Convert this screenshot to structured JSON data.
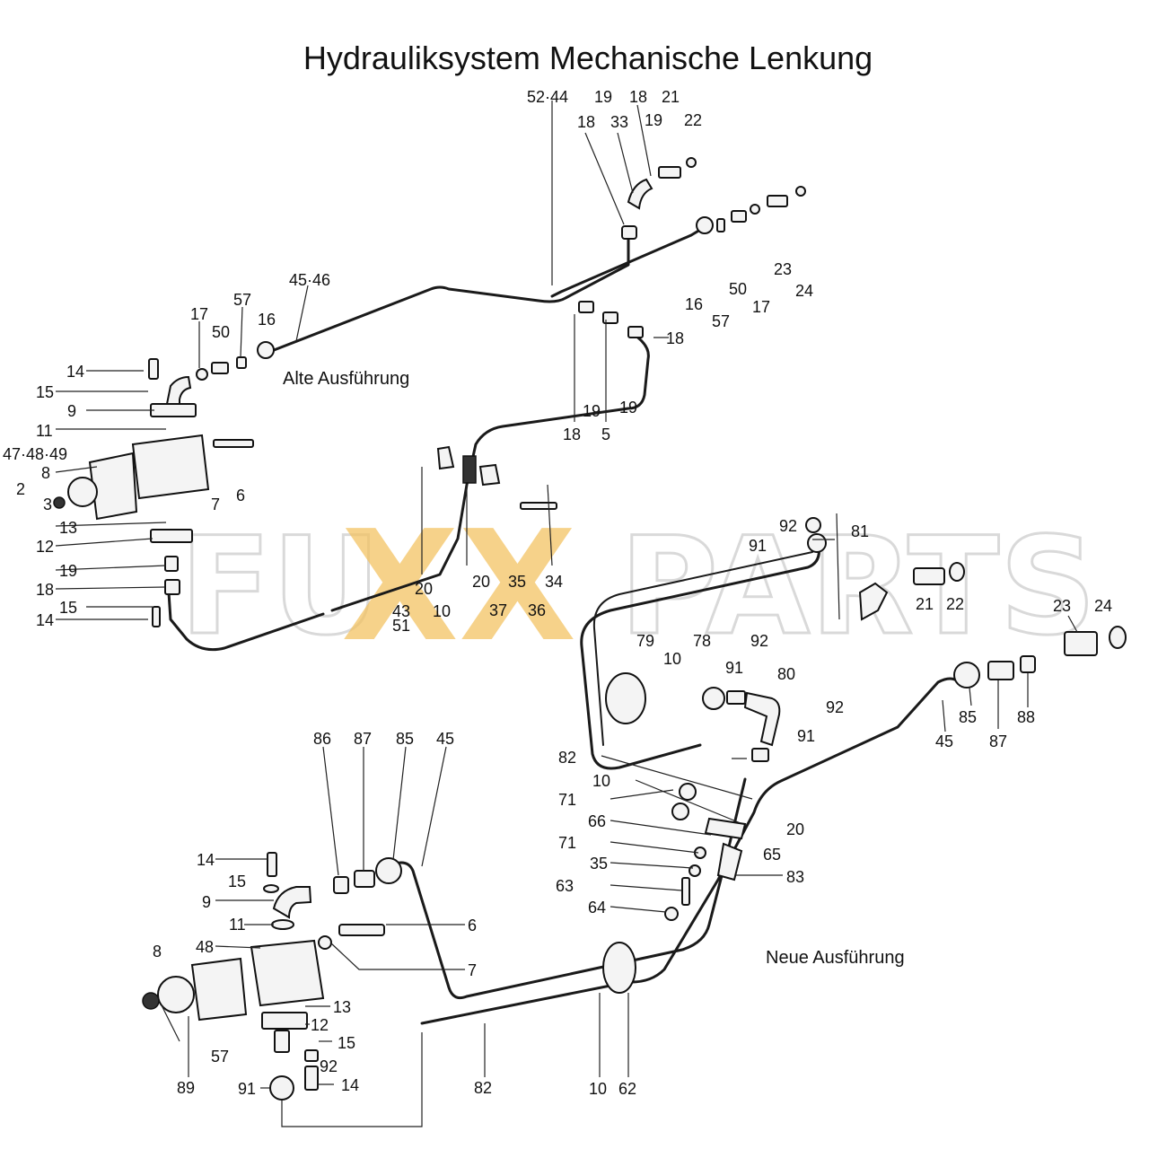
{
  "title": "Hydrauliksystem Mechanische Lenkung",
  "notes": {
    "old": "Alte Ausführung",
    "new": "Neue Ausführung"
  },
  "watermark": {
    "left": "FU",
    "middle": "XX",
    "right": "PARTS"
  },
  "colors": {
    "watermark_x": "#f3c363",
    "watermark_outline": "#d9d9d9",
    "line": "#1a1a1a"
  },
  "labels": [
    "52·44",
    "19",
    "18",
    "21",
    "18",
    "33",
    "19",
    "22",
    "45·46",
    "16",
    "57",
    "50",
    "17",
    "14",
    "15",
    "9",
    "11",
    "47·48·49",
    "8",
    "2",
    "3",
    "13",
    "12",
    "19",
    "18",
    "15",
    "14",
    "7",
    "6",
    "16",
    "57",
    "50",
    "17",
    "23",
    "24",
    "18",
    "19",
    "5",
    "19",
    "18",
    "20",
    "10",
    "43",
    "51",
    "20",
    "37",
    "35",
    "36",
    "34",
    "92",
    "91",
    "81",
    "21",
    "22",
    "23",
    "24",
    "79",
    "10",
    "78",
    "91",
    "92",
    "80",
    "92",
    "91",
    "85",
    "87",
    "88",
    "45",
    "82",
    "10",
    "71",
    "66",
    "71",
    "35",
    "63",
    "64",
    "20",
    "65",
    "83",
    "86",
    "87",
    "85",
    "45",
    "14",
    "15",
    "9",
    "11",
    "48",
    "6",
    "7",
    "8",
    "13",
    "12",
    "15",
    "92",
    "57",
    "89",
    "91",
    "14",
    "82",
    "10",
    "62"
  ]
}
